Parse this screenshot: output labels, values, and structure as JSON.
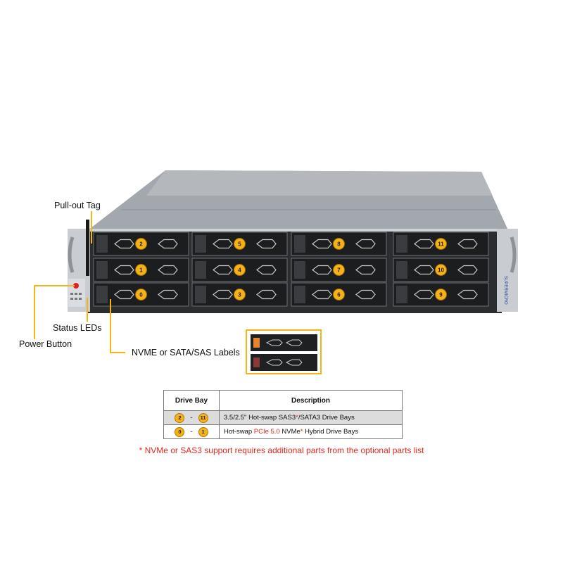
{
  "callouts": {
    "pull_out_tag": "Pull-out Tag",
    "status_leds": "Status LEDs",
    "power_button": "Power Button",
    "labels": "NVME or SATA/SAS Labels"
  },
  "brand": "SUPERMICRO",
  "drive_bays": {
    "rows": [
      [
        "2",
        "5",
        "8",
        "11"
      ],
      [
        "1",
        "4",
        "7",
        "10"
      ],
      [
        "0",
        "3",
        "6",
        "9"
      ]
    ]
  },
  "table": {
    "headers": {
      "bay": "Drive Bay",
      "description": "Description"
    },
    "rows": [
      {
        "from": "2",
        "sep": "-",
        "to": "11",
        "desc_a": "3.5/2.5\" Hot-swap SAS3",
        "desc_star": "*",
        "desc_b": "/SATA3 Drive Bays"
      },
      {
        "from": "0",
        "sep": "-",
        "to": "1",
        "desc_a": "Hot-swap ",
        "desc_red": "PCIe 5.0",
        "desc_b": " NVMe",
        "desc_star": "*",
        "desc_c": " Hybrid Drive Bays"
      }
    ]
  },
  "footnote": "* NVMe or SAS3 support requires additional parts from the optional parts list",
  "colors": {
    "accent": "#f2b418",
    "badge": "#f5b21a",
    "red": "#e0281e",
    "chassis": "#9aa0a6"
  }
}
